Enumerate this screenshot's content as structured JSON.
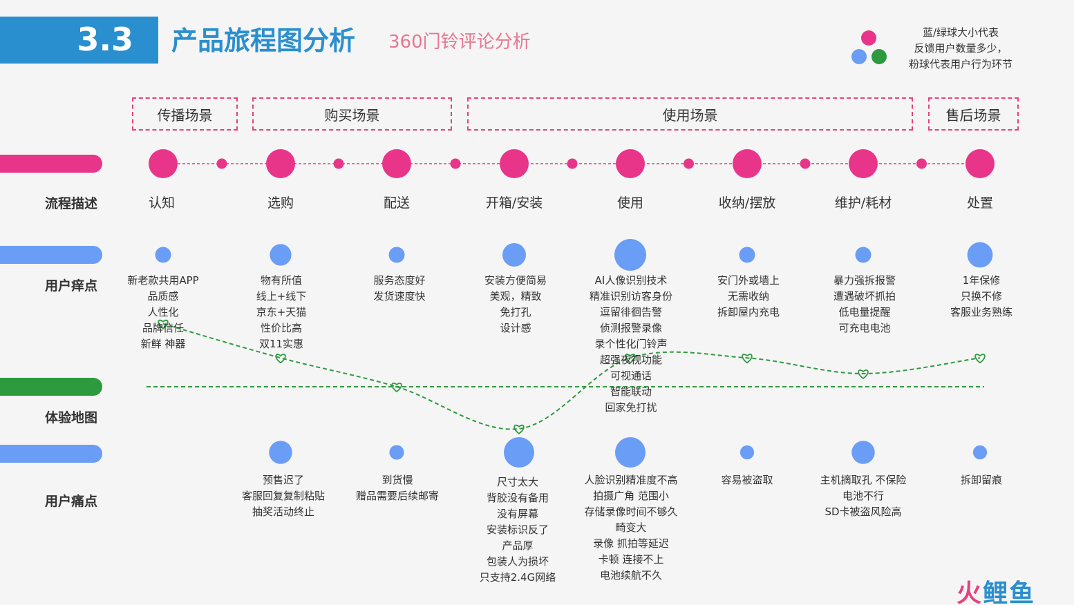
{
  "header": {
    "section_number": "3.3",
    "title": "产品旅程图分析",
    "subtitle": "360门铃评论分析"
  },
  "legend": {
    "lines": [
      "蓝/绿球大小代表",
      "反馈用户数量多少，",
      "粉球代表用户行为环节"
    ],
    "colors": {
      "pink": "#e8358a",
      "blue": "#6a9df5",
      "green": "#2e9a3e"
    }
  },
  "scenes": [
    "传播场景",
    "购买场景",
    "使用场景",
    "售后场景"
  ],
  "row_labels": {
    "process": "流程描述",
    "itch": "用户痒点",
    "experience": "体验地图",
    "pain": "用户痛点"
  },
  "stages": [
    "认知",
    "选购",
    "配送",
    "开箱/安装",
    "使用",
    "收纳/摆放",
    "维护/耗材",
    "处置"
  ],
  "itch_points": [
    [
      "新老款共用APP",
      "品质感",
      "人性化",
      "品牌信任",
      "新鲜 神器"
    ],
    [
      "物有所值",
      "线上+线下",
      "京东+天猫",
      "性价比高",
      "双11实惠"
    ],
    [
      "服务态度好",
      "发货速度快"
    ],
    [
      "安装方便简易",
      "美观，精致",
      "免打孔",
      "设计感"
    ],
    [
      "AI人像识别技术",
      "精准识别访客身份",
      "逗留徘徊告警",
      "侦测报警录像",
      "录个性化门铃声",
      "超强夜视功能",
      "可视通话",
      "智能联动",
      "回家免打扰"
    ],
    [
      "安门外或墙上",
      "无需收纳",
      "拆卸屋内充电"
    ],
    [
      "暴力强拆报警",
      "遭遇破坏抓拍",
      "低电量提醒",
      "可充电电池"
    ],
    [
      "1年保修",
      "只换不修",
      "客服业务熟练"
    ]
  ],
  "itch_relative_sizes": [
    0.5,
    0.68,
    0.5,
    0.74,
    1.0,
    0.5,
    0.5,
    0.8
  ],
  "pain_points": [
    [],
    [
      "预售迟了",
      "客服回复复制粘贴",
      "抽奖活动终止"
    ],
    [
      "到货慢",
      "赠品需要后续邮寄"
    ],
    [
      "尺寸太大",
      "背胶没有备用",
      "没有屏幕",
      "安装标识反了",
      "产品厚",
      "包装人为损坏",
      "只支持2.4G网络"
    ],
    [
      "人脸识别精准度不高",
      "拍摄广角 范围小",
      "存储录像时间不够久",
      "畸变大",
      "录像 抓拍等延迟",
      "卡顿 连接不上",
      "电池续航不久"
    ],
    [
      "容易被盗取"
    ],
    [
      "主机摘取孔 不保险",
      "电池不行",
      "SD卡被盗风险高"
    ],
    [
      "拆卸留痕"
    ]
  ],
  "pain_relative_sizes": [
    0,
    0.76,
    0.48,
    1.0,
    1.0,
    0.46,
    0.76,
    0.46
  ],
  "experience_curve": [
    2.4,
    1.1,
    0.0,
    -1.6,
    1.1,
    1.1,
    0.5,
    1.1
  ],
  "watermark": {
    "part_a": "火",
    "part_b": "鲤鱼"
  }
}
